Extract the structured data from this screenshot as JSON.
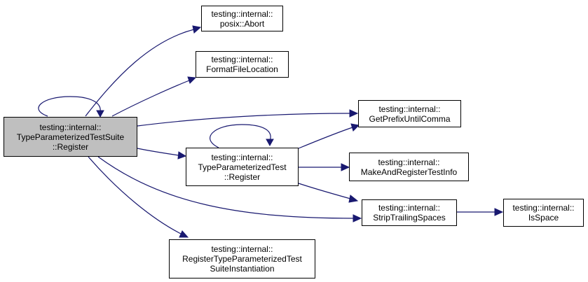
{
  "graph": {
    "edge_color": "#191970",
    "root_fill": "#bfbfbf",
    "nodes": {
      "root": {
        "lines": [
          "testing::internal::",
          "TypeParameterizedTestSuite",
          "::Register"
        ]
      },
      "abort": {
        "lines": [
          "testing::internal::",
          "posix::Abort"
        ]
      },
      "format_file_location": {
        "lines": [
          "testing::internal::",
          "FormatFileLocation"
        ]
      },
      "get_prefix_until_comma": {
        "lines": [
          "testing::internal::",
          "GetPrefixUntilComma"
        ]
      },
      "tpt_register": {
        "lines": [
          "testing::internal::",
          "TypeParameterizedTest",
          "::Register"
        ]
      },
      "make_and_register_test_info": {
        "lines": [
          "testing::internal::",
          "MakeAndRegisterTestInfo"
        ]
      },
      "strip_trailing_spaces": {
        "lines": [
          "testing::internal::",
          "StripTrailingSpaces"
        ]
      },
      "is_space": {
        "lines": [
          "testing::internal::",
          "IsSpace"
        ]
      },
      "register_instantiation": {
        "lines": [
          "testing::internal::",
          "RegisterTypeParameterizedTest",
          "SuiteInstantiation"
        ]
      }
    }
  }
}
